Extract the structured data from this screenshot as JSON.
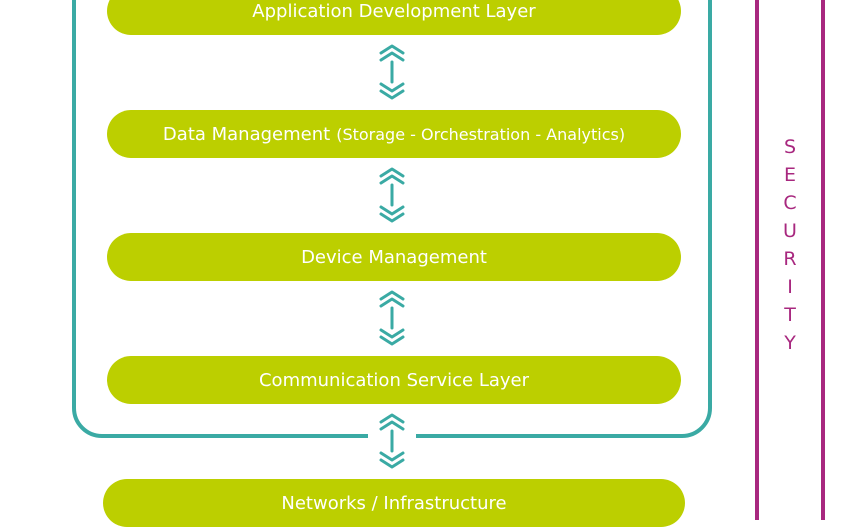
{
  "layers": {
    "application": {
      "label": "Application Development Layer"
    },
    "data_management": {
      "label": "Data Management",
      "sub": "(Storage - Orchestration - Analytics)"
    },
    "device_management": {
      "label": "Device Management"
    },
    "communication": {
      "label": "Communication Service Layer"
    },
    "networks": {
      "label": "Networks / Infrastructure"
    }
  },
  "security": {
    "letters": [
      "S",
      "E",
      "C",
      "U",
      "R",
      "I",
      "T",
      "Y"
    ]
  },
  "icons": {
    "connector": "double-chevron-bidirectional-arrow-icon"
  },
  "colors": {
    "layer_fill": "#bccf00",
    "frame": "#3aaaa4",
    "security": "#a8287f",
    "text": "#ffffff"
  }
}
